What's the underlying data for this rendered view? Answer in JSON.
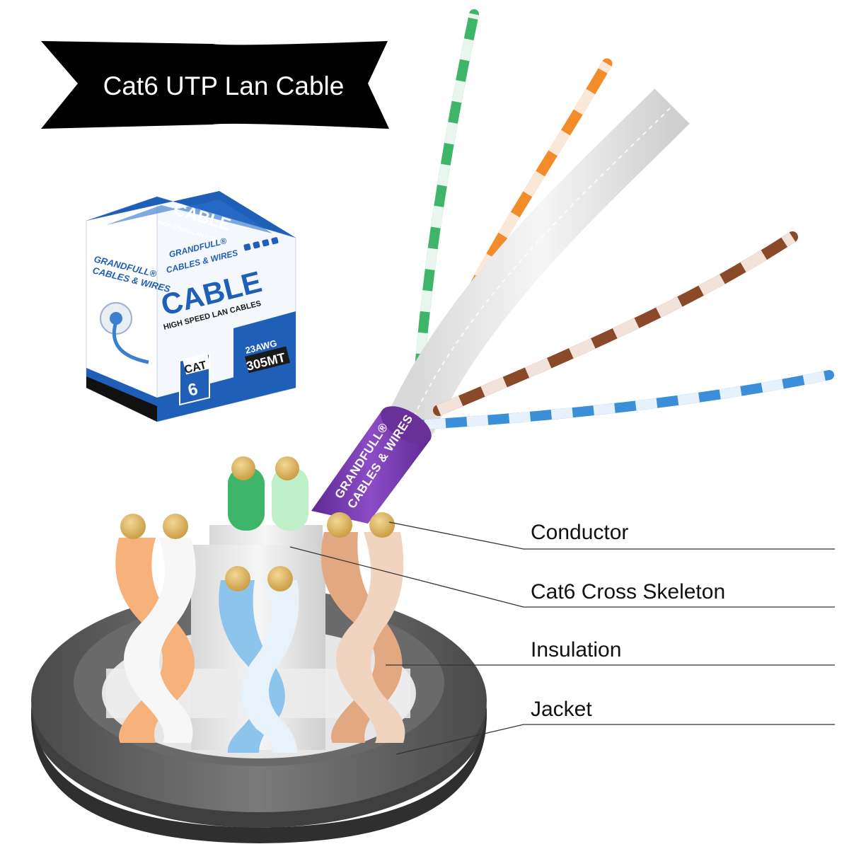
{
  "banner": {
    "title": "Cat6 UTP Lan Cable"
  },
  "product_box": {
    "brand_line1": "GRANDFULL®",
    "brand_line2": "CABLES & WIRES",
    "front_title": "CABLE",
    "front_subtitle": "HIGH SPEED LAN CABLES",
    "top_title": "CABLE",
    "top_subtitle": "HIGH SPEED LAN CABLES",
    "cat_label": "CAT",
    "cat_number": "6",
    "awg": "23AWG",
    "length": "305MT"
  },
  "cable_jacket_print": {
    "line1": "GRANDFULL®",
    "line2": "CABLES & WIRES"
  },
  "labels": [
    {
      "text": "Conductor"
    },
    {
      "text": "Cat6 Cross Skeleton"
    },
    {
      "text": "Insulation"
    },
    {
      "text": "Jacket"
    }
  ],
  "colors": {
    "banner": "#000000",
    "box_blue": "#1f5fb8",
    "jacket_outer": "#5b5b5b",
    "jacket_print": "#7b3fb0",
    "pair_green": "#3fb56a",
    "pair_orange": "#f28c2b",
    "pair_brown": "#8a4a2a",
    "pair_blue": "#3a8fd8",
    "conductor": "#d9b45a",
    "leader_line": "#333333"
  }
}
